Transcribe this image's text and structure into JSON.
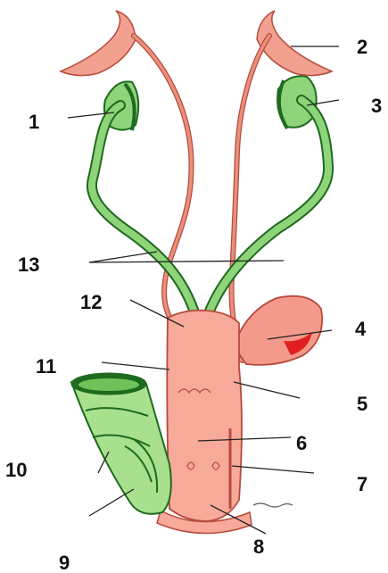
{
  "colors": {
    "ureter": "#e8907c",
    "ureter_outline": "#b84a3c",
    "duct_green": "#8fd47a",
    "duct_outline": "#1e6a1e",
    "vesicle": "#f49a8c",
    "vesicle_red": "#e02020",
    "urethra": "#f7a99a",
    "corpus": "#a8e08e",
    "label": "#111111"
  },
  "labels": {
    "l1": "1",
    "l2": "2",
    "l3": "3",
    "l4": "4",
    "l5": "5",
    "l6": "6",
    "l7": "7",
    "l8": "8",
    "l9": "9",
    "l10": "10",
    "l11": "11",
    "l12": "12",
    "l13": "13"
  }
}
